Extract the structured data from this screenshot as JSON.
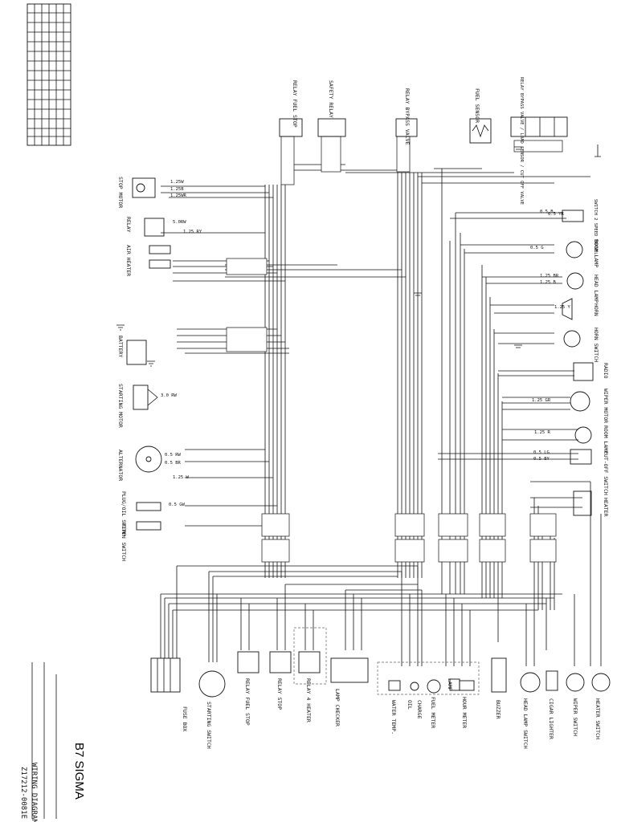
{
  "title_block": {
    "model": "B7 SIGMA",
    "drawing_name": "WIRING DIAGRAM",
    "drawing_no": "Z17212-0081E"
  },
  "components_top": [
    {
      "id": "relay-fuel-stop",
      "label": "RELAY FUEL STOP"
    },
    {
      "id": "safety-relay",
      "label": "SAFETY RELAY"
    },
    {
      "id": "relay-bypass-valve",
      "label": "RELAY BYPASS VALVE"
    },
    {
      "id": "fuel-sensor",
      "label": "FUEL SENSOR"
    },
    {
      "id": "bypass-valves",
      "label": "RELAY BYPASS VALVE / LOAD SENSOR / CUT OFF VALVE"
    }
  ],
  "components_left": [
    {
      "id": "stop-motor",
      "label": "STOP MOTOR"
    },
    {
      "id": "relay",
      "label": "RELAY"
    },
    {
      "id": "air-heater",
      "label": "AIR HEATER"
    },
    {
      "id": "battery",
      "label": "BATTERY"
    },
    {
      "id": "starting-motor",
      "label": "STARTING MOTOR"
    },
    {
      "id": "alternator",
      "label": "ALTERNATOR"
    },
    {
      "id": "pilot-switch",
      "label": "PLUG/OIL SWITCH"
    },
    {
      "id": "temp-switch",
      "label": "TEMP. SWITCH"
    }
  ],
  "components_right": [
    {
      "id": "switch-pressure",
      "label": "SWITCH 2 SPEED TRAVEL"
    },
    {
      "id": "boom-lamp",
      "label": "BOOM LAMP"
    },
    {
      "id": "head-lamp",
      "label": "HEAD LAMP"
    },
    {
      "id": "horn",
      "label": "HORN"
    },
    {
      "id": "horn-switch",
      "label": "HORN SWITCH"
    },
    {
      "id": "radio",
      "label": "RADIO"
    },
    {
      "id": "wiper-motor",
      "label": "WIPER MOTOR"
    },
    {
      "id": "room-lamp",
      "label": "ROOM LAMP"
    },
    {
      "id": "cut-off-switch",
      "label": "CUT-OFF SWITCH"
    },
    {
      "id": "heater",
      "label": "HEATER"
    }
  ],
  "components_bottom": [
    {
      "id": "fuse-box",
      "label": "FUSE BOX"
    },
    {
      "id": "starting-switch",
      "label": "STARTING SWITCH"
    },
    {
      "id": "relay-fuel-stop-2",
      "label": "RELAY FUEL STOP"
    },
    {
      "id": "relay-stop",
      "label": "RELAY STOP"
    },
    {
      "id": "relay-heater",
      "label": "RELAY 4 HEATER"
    },
    {
      "id": "lamp-checker",
      "label": "LAMP CHECKER"
    },
    {
      "id": "water-temp",
      "label": "WATER TEMP."
    },
    {
      "id": "oil",
      "label": "OIL"
    },
    {
      "id": "charge",
      "label": "CHARGE"
    },
    {
      "id": "fuel-meter",
      "label": "FUEL METER"
    },
    {
      "id": "lamp",
      "label": "LAMP"
    },
    {
      "id": "hour-meter",
      "label": "HOUR METER"
    },
    {
      "id": "buzzer",
      "label": "BUZZER"
    },
    {
      "id": "head-lamp-switch",
      "label": "HEAD LAMP SWITCH"
    },
    {
      "id": "cigar-lighter",
      "label": "CIGAR LIGHTER"
    },
    {
      "id": "wiper-switch",
      "label": "WIPER SWITCH"
    },
    {
      "id": "heater-switch",
      "label": "HEATER SWITCH"
    }
  ],
  "wire_labels": [
    "1.25W",
    "1.25B",
    "1.25WR",
    "5.0RW",
    "1.25 RY",
    "0.5 B",
    "1.25 BR",
    "1.25 B",
    "1.25 Y",
    "1.25 W",
    "0.5 GW",
    "0.5 RW",
    "3.0 RW",
    "0.5 YR",
    "0.5 G",
    "1.25 R",
    "0.5 LG",
    "0.5 BY",
    "1.25 GR",
    "0.5 BR"
  ]
}
